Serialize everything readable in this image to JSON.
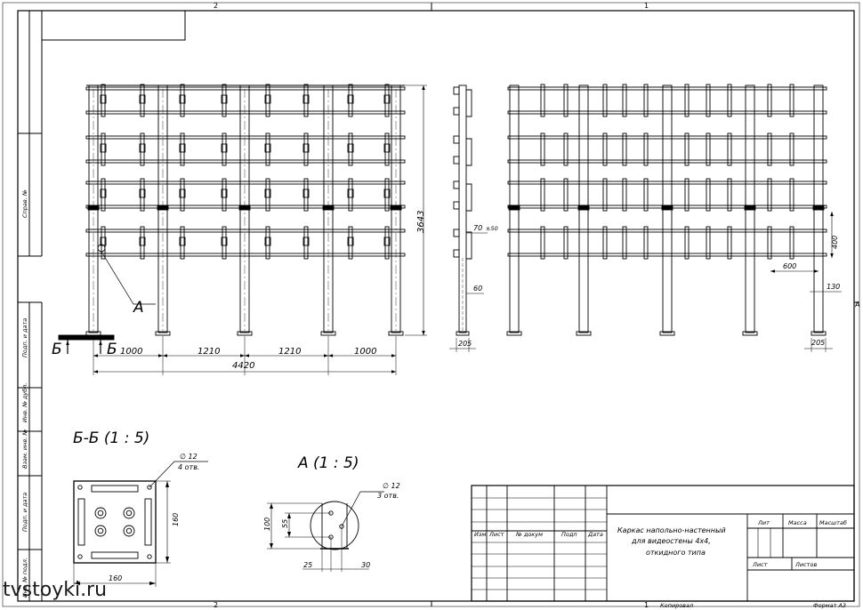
{
  "frame": {
    "zone_top_left": "2",
    "zone_top_right": "1",
    "zone_bottom_left": "2",
    "zone_bottom_right": "1",
    "zone_right": "A"
  },
  "side_strip": [
    "Справ. №",
    "Подп. и дата",
    "Инв. № дубл.",
    "Взам. инв. №",
    "Подп. и дата",
    "Инв. № подл."
  ],
  "front_view": {
    "height": "3643",
    "dims": [
      "1000",
      "1210",
      "1210",
      "1000"
    ],
    "total": "4420",
    "section_left": "Б",
    "section_right": "Б",
    "callout": "А"
  },
  "side_view": {
    "dim_top": "70",
    "dim_top_tol": "±50",
    "dim_mid": "60",
    "dim_base": "205"
  },
  "rear_view": {
    "dim_400": "400",
    "dim_600": "600",
    "dim_130": "130",
    "dim_205": "205"
  },
  "detail_bb": {
    "title": "Б-Б (1 : 5)",
    "hole": "∅ 12",
    "hole_count": "4 отв.",
    "height": "160",
    "width": "160"
  },
  "detail_a": {
    "title": "А (1 : 5)",
    "hole": "∅ 12",
    "hole_count": "3 отв.",
    "dim_100": "100",
    "dim_55": "55",
    "dim_25": "25",
    "dim_30": "30"
  },
  "title_block": {
    "col_izm": "Изм",
    "col_list": "Лист",
    "col_doc": "№ докум",
    "col_podp": "Подп",
    "col_date": "Дата",
    "title_line1": "Каркас напольно-настенный",
    "title_line2": "для видеостены 4х4,",
    "title_line3": "откидного типа",
    "lit": "Лит",
    "massa": "Масса",
    "masshtab": "Масштаб",
    "list": "Лист",
    "listov": "Листов"
  },
  "bottom": {
    "kopiroval": "Копировал",
    "format": "Формат А3"
  },
  "watermark": "tvstoyki.ru"
}
